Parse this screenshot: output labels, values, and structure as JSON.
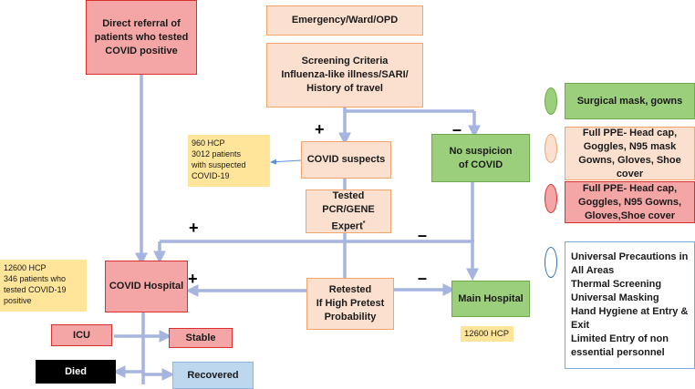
{
  "nodes": {
    "direct_referral": "Direct referral of patients who tested COVID positive",
    "emergency": "Emergency/Ward/OPD",
    "screening": "Screening Criteria\nInfluenza-like illness/SARI/\nHistory of travel",
    "covid_suspects": "COVID suspects",
    "no_suspicion": "No suspicion\nof COVID",
    "tested": "Tested\nPCR/GENE\nExpert",
    "tested_sup": "*",
    "covid_hospital": "COVID Hospital",
    "retested": "Retested\nIf High Pretest\nProbability",
    "main_hospital": "Main Hospital",
    "icu": "ICU",
    "stable": "Stable",
    "died": "Died",
    "recovered": "Recovered"
  },
  "notes": {
    "suspects_note": "960 HCP\n3012 patients\nwith suspected\nCOVID-19",
    "covid_hospital_note": "12600 HCP\n346 patients  who\ntested COVID-19\npositive",
    "main_hospital_note": "12600 HCP"
  },
  "signs": {
    "plus": "+",
    "minus": "–"
  },
  "legend": [
    {
      "color": "#9ccf7c",
      "border": "#6ea84e",
      "text": "Surgical mask, gowns"
    },
    {
      "color": "#fbe0cf",
      "border": "#f2a46d",
      "text": "Full PPE- Head cap,\nGoggles, N95 mask\nGowns, Gloves, Shoe\ncover"
    },
    {
      "color": "#f4a6a6",
      "border": "#d9302f",
      "text": "Full PPE- Head cap,\nGoggles, N95 Gowns,\nGloves,Shoe cover"
    },
    {
      "color": "#ffffff",
      "border": "#2f6db5",
      "text": "Universal Precautions in\nAll Areas\nThermal Screening\nUniversal Masking\nHand Hygiene at Entry &\nExit\nLimited Entry of non\nessential personnel"
    }
  ],
  "colors": {
    "arrow": "#a6b4e0",
    "thin_arrow": "#5b8fd6"
  }
}
